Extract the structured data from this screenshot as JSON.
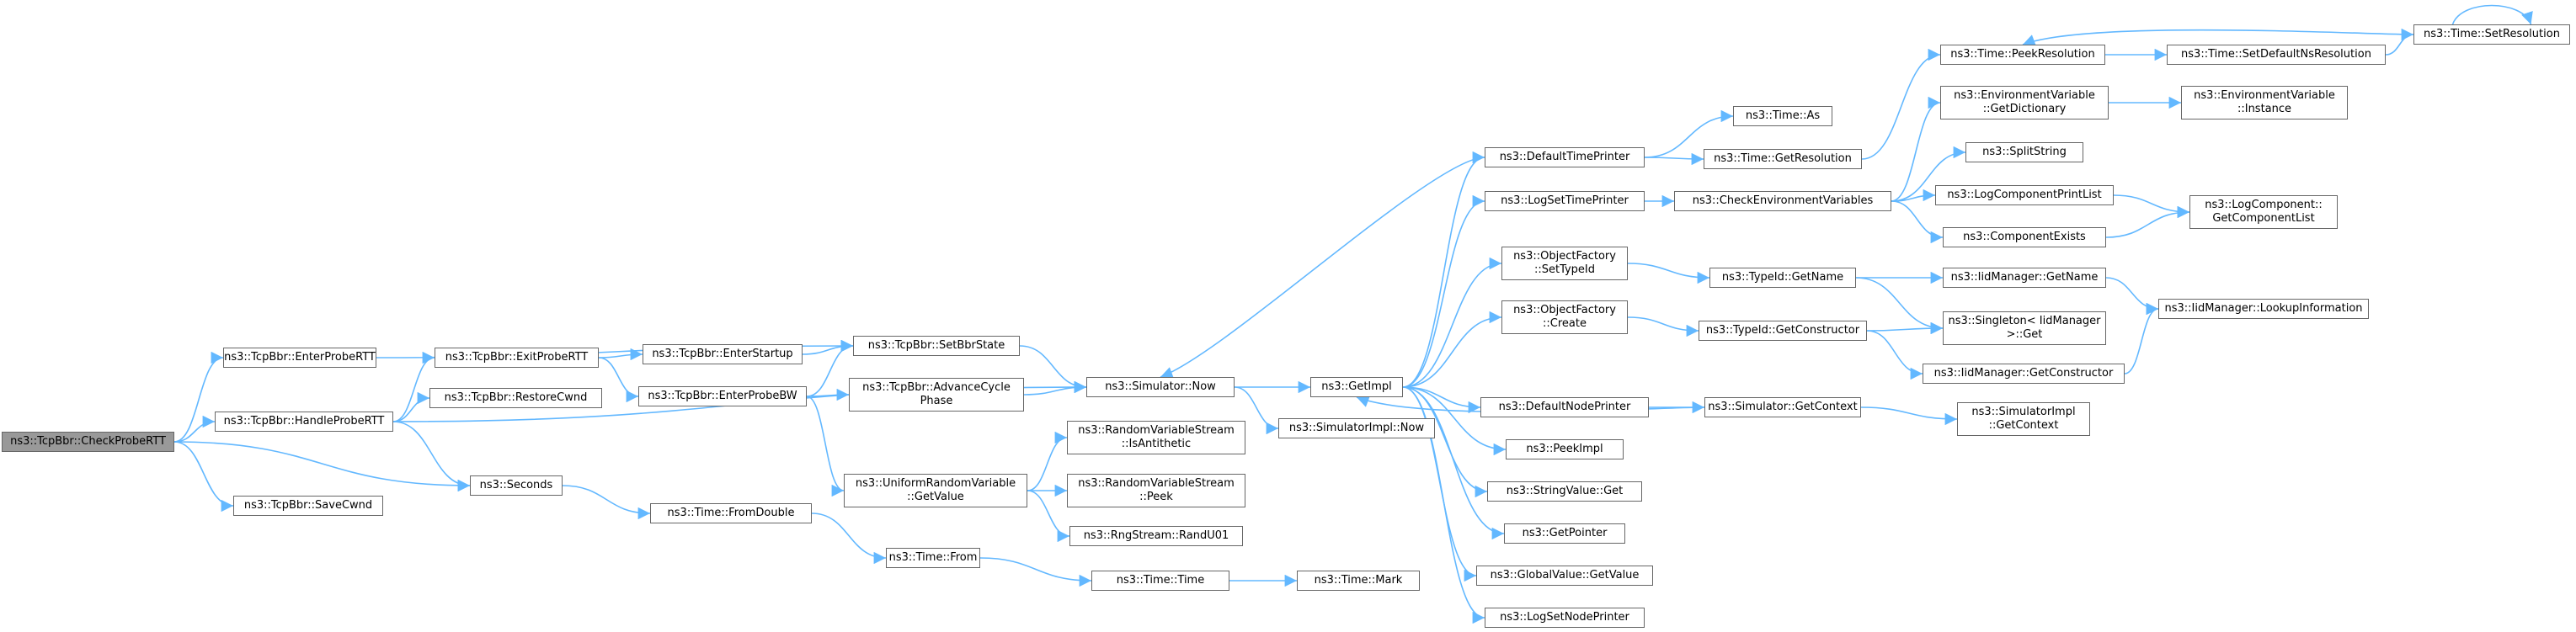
{
  "graph": {
    "colors": {
      "edge": "#63b8ff",
      "node_border": "#666666",
      "root_fill": "#999999"
    },
    "nodes": [
      {
        "id": "checkprobertt",
        "label": "ns3::TcpBbr::CheckProbeRTT",
        "root": true
      },
      {
        "id": "enterprobertt",
        "label": "ns3::TcpBbr::EnterProbeRTT"
      },
      {
        "id": "handleprobertt",
        "label": "ns3::TcpBbr::HandleProbeRTT"
      },
      {
        "id": "savecwnd",
        "label": "ns3::TcpBbr::SaveCwnd"
      },
      {
        "id": "exitprobertt",
        "label": "ns3::TcpBbr::ExitProbeRTT"
      },
      {
        "id": "restorecwnd",
        "label": "ns3::TcpBbr::RestoreCwnd"
      },
      {
        "id": "seconds",
        "label": "ns3::Seconds"
      },
      {
        "id": "enterstartup",
        "label": "ns3::TcpBbr::EnterStartup"
      },
      {
        "id": "enterprobebw",
        "label": "ns3::TcpBbr::EnterProbeBW"
      },
      {
        "id": "fromdouble",
        "label": "ns3::Time::FromDouble"
      },
      {
        "id": "setbbrstate",
        "label": "ns3::TcpBbr::SetBbrState"
      },
      {
        "id": "advancecycle",
        "label": "ns3::TcpBbr::AdvanceCycle\nPhase"
      },
      {
        "id": "urv_getvalue",
        "label": "ns3::UniformRandomVariable\n::GetValue"
      },
      {
        "id": "from",
        "label": "ns3::Time::From"
      },
      {
        "id": "isantithetic",
        "label": "ns3::RandomVariableStream\n::IsAntithetic"
      },
      {
        "id": "peek",
        "label": "ns3::RandomVariableStream\n::Peek"
      },
      {
        "id": "randu01",
        "label": "ns3::RngStream::RandU01"
      },
      {
        "id": "sim_now",
        "label": "ns3::Simulator::Now"
      },
      {
        "id": "time_time",
        "label": "ns3::Time::Time"
      },
      {
        "id": "getimpl",
        "label": "ns3::GetImpl"
      },
      {
        "id": "simimpl_now",
        "label": "ns3::SimulatorImpl::Now"
      },
      {
        "id": "mark",
        "label": "ns3::Time::Mark"
      },
      {
        "id": "defaulttimeprinter",
        "label": "ns3::DefaultTimePrinter"
      },
      {
        "id": "logsettimeprinter",
        "label": "ns3::LogSetTimePrinter"
      },
      {
        "id": "of_settypeid",
        "label": "ns3::ObjectFactory\n::SetTypeId"
      },
      {
        "id": "of_create",
        "label": "ns3::ObjectFactory\n::Create"
      },
      {
        "id": "defaultnodeprinter",
        "label": "ns3::DefaultNodePrinter"
      },
      {
        "id": "peekimpl",
        "label": "ns3::PeekImpl"
      },
      {
        "id": "stringvalue_get",
        "label": "ns3::StringValue::Get"
      },
      {
        "id": "getpointer",
        "label": "ns3::GetPointer"
      },
      {
        "id": "globalvalue_getvalue",
        "label": "ns3::GlobalValue::GetValue"
      },
      {
        "id": "logsetnodeprinter",
        "label": "ns3::LogSetNodePrinter"
      },
      {
        "id": "time_as",
        "label": "ns3::Time::As"
      },
      {
        "id": "getresolution",
        "label": "ns3::Time::GetResolution"
      },
      {
        "id": "checkenvvars",
        "label": "ns3::CheckEnvironmentVariables"
      },
      {
        "id": "typeid_getname",
        "label": "ns3::TypeId::GetName"
      },
      {
        "id": "typeid_getconstructor",
        "label": "ns3::TypeId::GetConstructor"
      },
      {
        "id": "sim_getcontext",
        "label": "ns3::Simulator::GetContext"
      },
      {
        "id": "peekresolution",
        "label": "ns3::Time::PeekResolution"
      },
      {
        "id": "env_getdictionary",
        "label": "ns3::EnvironmentVariable\n::GetDictionary"
      },
      {
        "id": "splitstring",
        "label": "ns3::SplitString"
      },
      {
        "id": "logcompprintlist",
        "label": "ns3::LogComponentPrintList"
      },
      {
        "id": "componentexists",
        "label": "ns3::ComponentExists"
      },
      {
        "id": "iid_getname",
        "label": "ns3::IidManager::GetName"
      },
      {
        "id": "singleton_get",
        "label": "ns3::Singleton< IidManager\n>::Get"
      },
      {
        "id": "iid_getconstructor",
        "label": "ns3::IidManager::GetConstructor"
      },
      {
        "id": "simimpl_getcontext",
        "label": "ns3::SimulatorImpl\n::GetContext"
      },
      {
        "id": "setdefaultnsres",
        "label": "ns3::Time::SetDefaultNsResolution"
      },
      {
        "id": "env_instance",
        "label": "ns3::EnvironmentVariable\n::Instance"
      },
      {
        "id": "getcomponentlist",
        "label": "ns3::LogComponent::\nGetComponentList"
      },
      {
        "id": "lookupinformation",
        "label": "ns3::IidManager::LookupInformation"
      },
      {
        "id": "setresolution",
        "label": "ns3::Time::SetResolution"
      }
    ],
    "edges": [
      [
        "checkprobertt",
        "enterprobertt"
      ],
      [
        "checkprobertt",
        "handleprobertt"
      ],
      [
        "checkprobertt",
        "seconds"
      ],
      [
        "checkprobertt",
        "savecwnd"
      ],
      [
        "enterprobertt",
        "setbbrstate"
      ],
      [
        "handleprobertt",
        "exitprobertt"
      ],
      [
        "handleprobertt",
        "restorecwnd"
      ],
      [
        "handleprobertt",
        "seconds"
      ],
      [
        "handleprobertt",
        "sim_now"
      ],
      [
        "exitprobertt",
        "enterstartup"
      ],
      [
        "exitprobertt",
        "enterprobebw"
      ],
      [
        "enterstartup",
        "setbbrstate"
      ],
      [
        "enterprobebw",
        "setbbrstate"
      ],
      [
        "enterprobebw",
        "advancecycle"
      ],
      [
        "enterprobebw",
        "urv_getvalue"
      ],
      [
        "seconds",
        "fromdouble"
      ],
      [
        "fromdouble",
        "from"
      ],
      [
        "from",
        "time_time"
      ],
      [
        "time_time",
        "mark"
      ],
      [
        "setbbrstate",
        "sim_now"
      ],
      [
        "advancecycle",
        "sim_now"
      ],
      [
        "urv_getvalue",
        "isantithetic"
      ],
      [
        "urv_getvalue",
        "peek"
      ],
      [
        "urv_getvalue",
        "randu01"
      ],
      [
        "sim_now",
        "getimpl"
      ],
      [
        "sim_now",
        "simimpl_now"
      ],
      [
        "getimpl",
        "defaulttimeprinter"
      ],
      [
        "getimpl",
        "logsettimeprinter"
      ],
      [
        "getimpl",
        "of_settypeid"
      ],
      [
        "getimpl",
        "of_create"
      ],
      [
        "getimpl",
        "defaultnodeprinter"
      ],
      [
        "getimpl",
        "peekimpl"
      ],
      [
        "getimpl",
        "stringvalue_get"
      ],
      [
        "getimpl",
        "getpointer"
      ],
      [
        "getimpl",
        "globalvalue_getvalue"
      ],
      [
        "getimpl",
        "logsetnodeprinter"
      ],
      [
        "defaulttimeprinter",
        "sim_now"
      ],
      [
        "defaulttimeprinter",
        "time_as"
      ],
      [
        "defaulttimeprinter",
        "getresolution"
      ],
      [
        "getresolution",
        "peekresolution"
      ],
      [
        "logsettimeprinter",
        "checkenvvars"
      ],
      [
        "checkenvvars",
        "env_getdictionary"
      ],
      [
        "checkenvvars",
        "splitstring"
      ],
      [
        "checkenvvars",
        "logcompprintlist"
      ],
      [
        "checkenvvars",
        "componentexists"
      ],
      [
        "logcompprintlist",
        "getcomponentlist"
      ],
      [
        "componentexists",
        "getcomponentlist"
      ],
      [
        "of_settypeid",
        "typeid_getname"
      ],
      [
        "of_create",
        "typeid_getconstructor"
      ],
      [
        "typeid_getname",
        "iid_getname"
      ],
      [
        "typeid_getname",
        "singleton_get"
      ],
      [
        "typeid_getconstructor",
        "singleton_get"
      ],
      [
        "typeid_getconstructor",
        "iid_getconstructor"
      ],
      [
        "iid_getname",
        "lookupinformation"
      ],
      [
        "iid_getconstructor",
        "lookupinformation"
      ],
      [
        "defaultnodeprinter",
        "sim_getcontext"
      ],
      [
        "sim_getcontext",
        "getimpl"
      ],
      [
        "sim_getcontext",
        "simimpl_getcontext"
      ],
      [
        "peekresolution",
        "setdefaultnsres"
      ],
      [
        "setdefaultnsres",
        "setresolution"
      ],
      [
        "setresolution",
        "peekresolution"
      ],
      [
        "setresolution",
        "setresolution"
      ],
      [
        "env_getdictionary",
        "env_instance"
      ]
    ]
  }
}
